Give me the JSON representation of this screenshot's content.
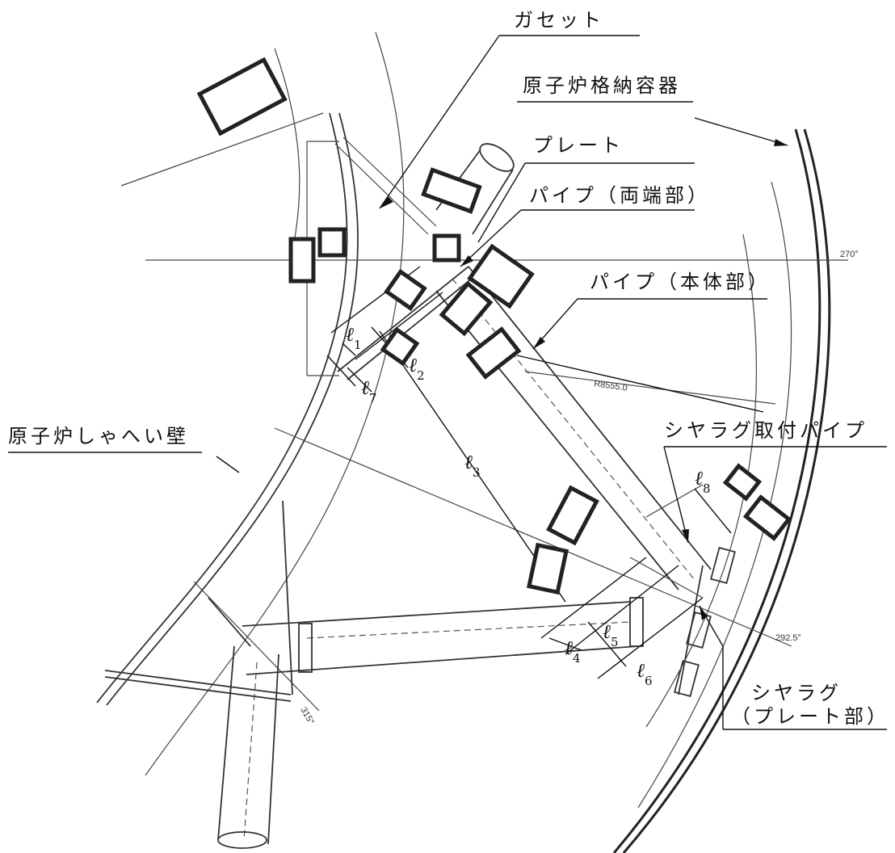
{
  "labels": {
    "gusset": "ガセット",
    "containment_vessel": "原子炉格納容器",
    "plate": "プレート",
    "pipe_ends": "パイプ（両端部）",
    "pipe_body": "パイプ（本体部）",
    "shield_wall": "原子炉しゃへい壁",
    "shear_lug_pipe": "シヤラグ取付パイプ",
    "shear_lug_plate_line1": "シヤラグ",
    "shear_lug_plate_line2": "（プレート部）"
  },
  "dimensions": {
    "l_symbol": "ℓ",
    "l1": "1",
    "l2": "2",
    "l3": "3",
    "l4": "4",
    "l5": "5",
    "l6": "6",
    "l7": "7",
    "l8": "8"
  },
  "drawing_annotations": {
    "angle_270": "270°",
    "angle_2925": "292.5°",
    "angle_315": "315°",
    "radius": "R8555.0"
  }
}
